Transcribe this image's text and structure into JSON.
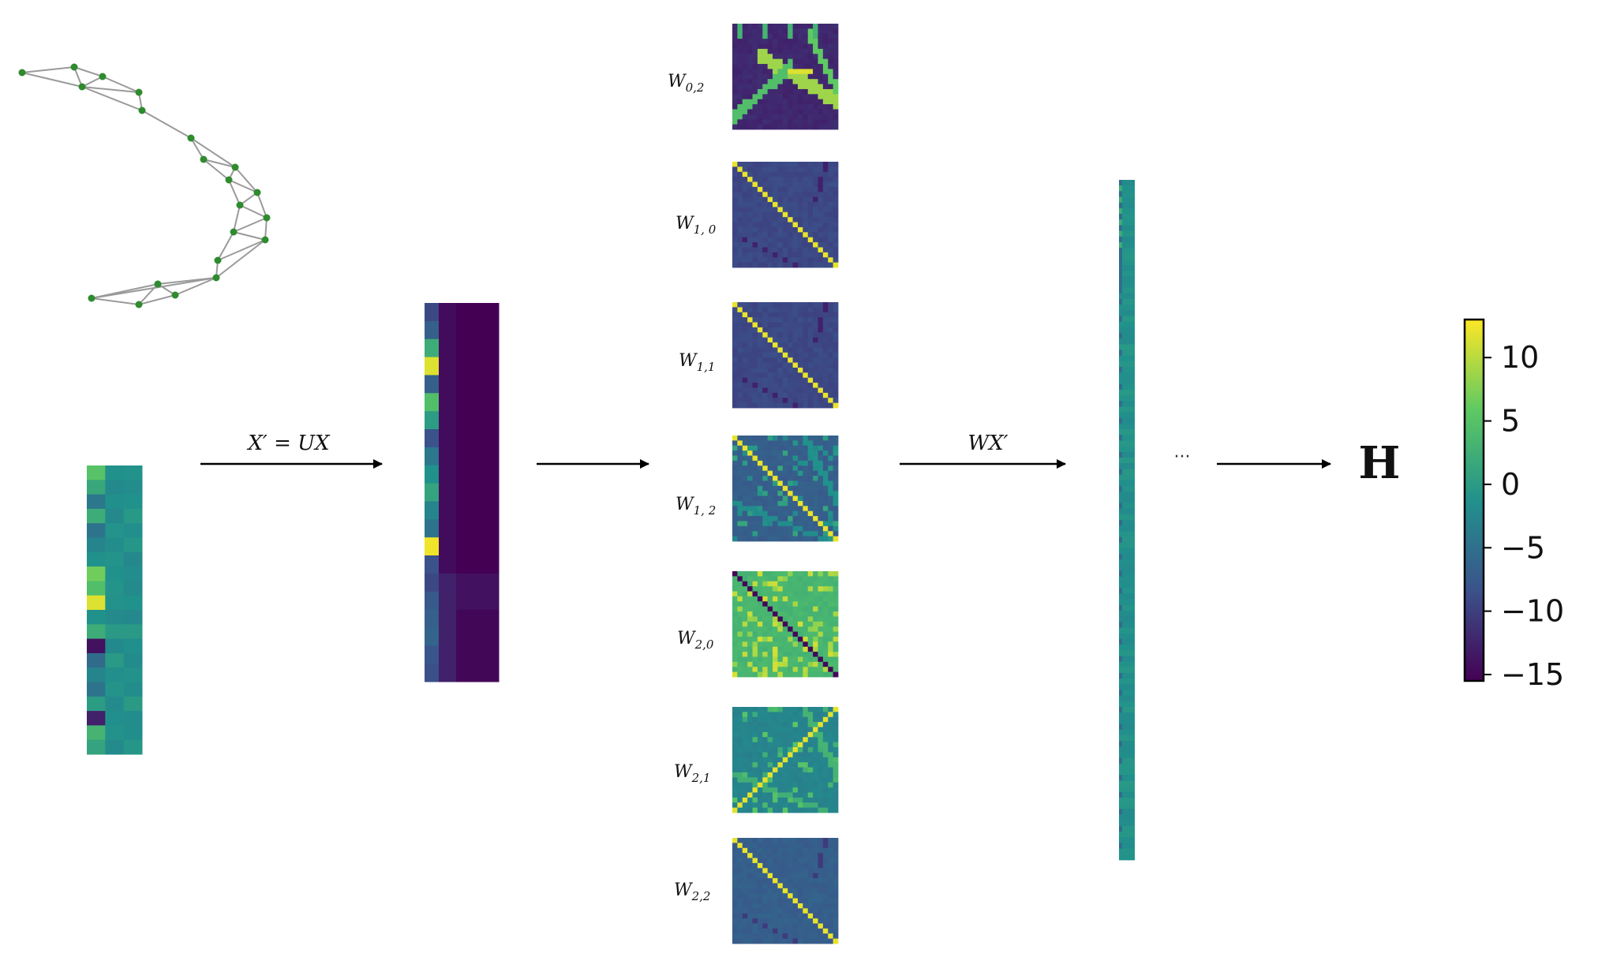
{
  "equations": {
    "transform": "X′ = UX",
    "product": "WX′",
    "ellipsis": "···",
    "output": "H"
  },
  "weight_matrices": [
    {
      "base": "W",
      "sub": "0,2"
    },
    {
      "base": "W",
      "sub": "1, 0"
    },
    {
      "base": "W",
      "sub": "1,1"
    },
    {
      "base": "W",
      "sub": "1, 2"
    },
    {
      "base": "W",
      "sub": "2,0"
    },
    {
      "base": "W",
      "sub": "2,1"
    },
    {
      "base": "W",
      "sub": "2,2"
    }
  ],
  "colorbar": {
    "ticks": [
      "10",
      "5",
      "0",
      "−5",
      "−10",
      "−15"
    ],
    "tick_values": [
      10,
      5,
      0,
      -5,
      -10,
      -15
    ],
    "range": [
      -15.5,
      13
    ],
    "colormap": "viridis",
    "colors": [
      "#440154",
      "#3b528b",
      "#21918c",
      "#5ec962",
      "#fde725"
    ]
  },
  "node_color": "#2e8b2e",
  "edge_color": "#9a9a9a"
}
